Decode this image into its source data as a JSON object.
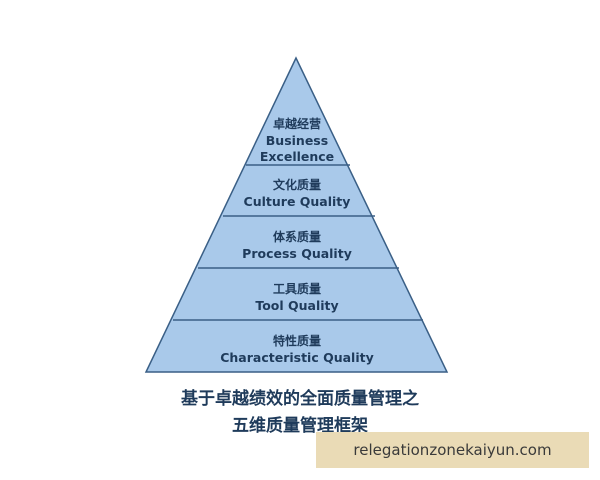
{
  "pyramid": {
    "fill_color": "#a9c9ea",
    "line_color": "#3a5f86",
    "levels": [
      {
        "zh": "卓越经营",
        "en_line1": "Business",
        "en_line2": "Excellence"
      },
      {
        "zh": "文化质量",
        "en_line1": "Culture Quality"
      },
      {
        "zh": "体系质量",
        "en_line1": "Process Quality"
      },
      {
        "zh": "工具质量",
        "en_line1": "Tool Quality"
      },
      {
        "zh": "特性质量",
        "en_line1": "Characteristic Quality"
      }
    ]
  },
  "caption": {
    "line1": "基于卓越绩效的全面质量管理之",
    "line2": "五维质量管理框架"
  },
  "watermark": {
    "text": "relegationzonekaiyun.com",
    "bg_color": "#eadbb6"
  }
}
